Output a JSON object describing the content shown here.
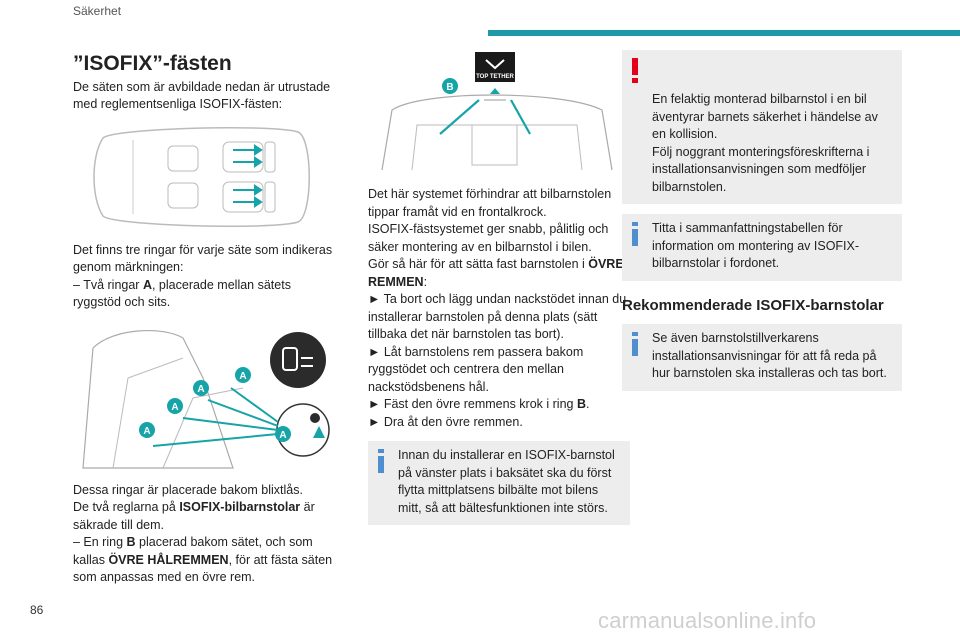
{
  "header": {
    "section": "Säkerhet"
  },
  "page": {
    "number": "86"
  },
  "watermark": "carmanualsonline.info",
  "col1": {
    "title": "”ISOFIX”-fästen",
    "intro": "De säten som är avbildade nedan är utrustade med reglementsenliga ISOFIX-fästen:",
    "rings_text": "Det finns tre ringar för varje säte som indikeras genom märkningen:",
    "bullet_a_prefix": "– Två ringar ",
    "bullet_a_letter": "A",
    "bullet_a_suffix": ", placerade mellan sätets ryggstöd och sits.",
    "behind_zippers": "Dessa ringar är placerade bakom blixtlås.",
    "rules_prefix": "De två reglarna på ",
    "rules_bold": "ISOFIX-bilbarnstolar",
    "rules_suffix": " är säkrade till dem.",
    "ring_b_prefix": "– En ring ",
    "ring_b_letter": "B",
    "ring_b_middle": " placerad bakom sätet, och som kallas ",
    "ring_b_bold": "ÖVRE HÅLREMMEN",
    "ring_b_suffix": ", för att fästa säten som anpassas med en övre rem."
  },
  "figure_seat": {
    "labels": [
      "A",
      "A",
      "A",
      "A",
      "A"
    ]
  },
  "figure_trunk": {
    "label_b": "B",
    "badge": "TOP TETHER"
  },
  "col2": {
    "p1": "Det här systemet förhindrar att bilbarnstolen tippar framåt vid en frontalkrock.",
    "p2": "ISOFIX-fästsystemet ger snabb, pålitlig och säker montering av en bilbarnstol i bilen.",
    "p3_prefix": "Gör så här för att sätta fast barnstolen i ",
    "p3_bold": "ÖVRE REMMEN",
    "p3_suffix": ":",
    "step1": "► Ta bort och lägg undan nackstödet innan du installerar barnstolen på denna plats (sätt tillbaka det när barnstolen tas bort).",
    "step2": "► Låt barnstolens rem passera bakom ryggstödet och centrera den mellan nackstödsbenens hål.",
    "step3_prefix": "► Fäst den övre remmens krok i ring ",
    "step3_bold": "B",
    "step3_suffix": ".",
    "step4": "► Dra åt den övre remmen.",
    "info_box": "Innan du installerar en ISOFIX-barnstol på vänster plats i baksätet ska du först flytta mittplatsens bilbälte mot bilens mitt, så att bältesfunktionen inte störs."
  },
  "col3": {
    "warning_box": "En felaktig monterad bilbarnstol i en bil äventyrar barnets säkerhet i händelse av en kollision.\nFölj noggrant monteringsföreskrifterna i installationsanvisningen som medföljer bilbarnstolen.",
    "info_box1": "Titta i sammanfattningstabellen för information om montering av ISOFIX-bilbarnstolar i fordonet.",
    "heading": "Rekommenderade ISOFIX-barnstolar",
    "info_box2": "Se även barnstolstillverkarens installationsanvisningar för att få reda på hur barnstolen ska installeras och tas bort."
  },
  "colors": {
    "accent": "#1e9aa6",
    "warning": "#e3001b",
    "info": "#4f8fd0",
    "note_bg": "#ededed"
  },
  "icons": [
    "warning-icon",
    "info-icon",
    "isofix-icon"
  ]
}
